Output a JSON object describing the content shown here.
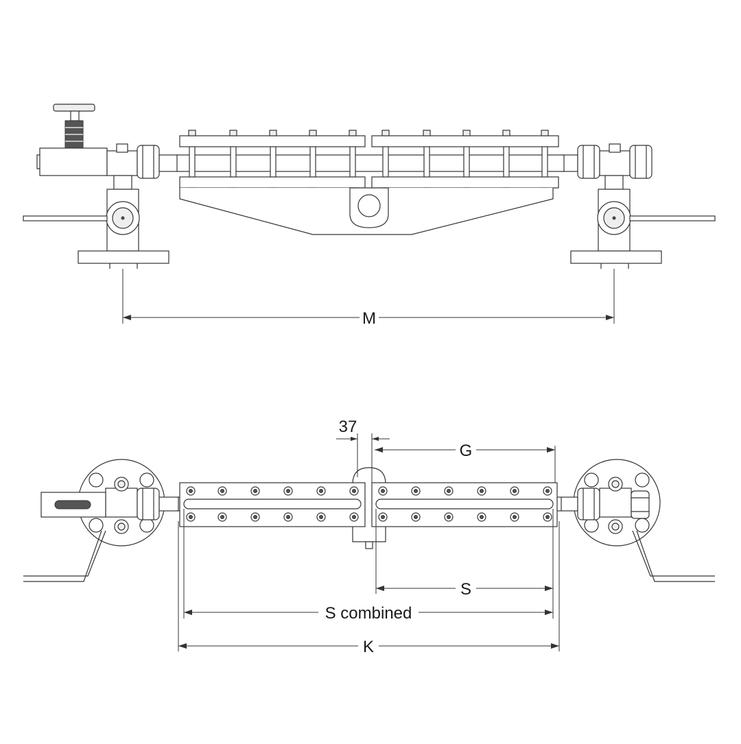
{
  "labels": {
    "m": "M",
    "dim_37": "37",
    "g": "G",
    "s": "S",
    "s_combined": "S combined",
    "k": "K"
  }
}
